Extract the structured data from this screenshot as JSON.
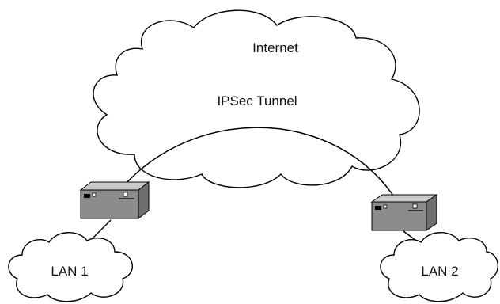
{
  "clouds": {
    "internet": "Internet",
    "lan1": "LAN 1",
    "lan2": "LAN 2"
  },
  "tunnel": {
    "label": "IPSec Tunnel"
  },
  "colors": {
    "outline": "#000000",
    "device_fill": "#8c8c8c",
    "device_front": "#bdbdbd"
  }
}
